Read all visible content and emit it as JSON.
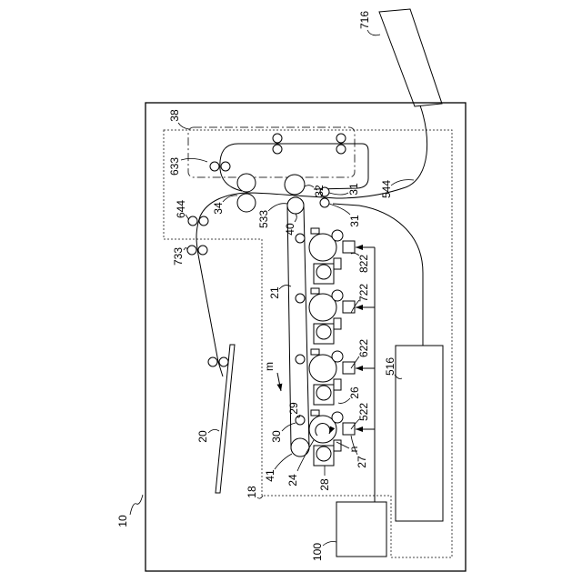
{
  "labels": {
    "r716": "716",
    "r38": "38",
    "r633": "633",
    "r644": "644",
    "r34": "34",
    "r32": "32",
    "r31a": "31",
    "r544": "544",
    "r31b": "31",
    "r533": "533",
    "r40": "40",
    "r733": "733",
    "r822": "822",
    "r21": "21",
    "r722": "722",
    "r622": "622",
    "r516": "516",
    "rm": "m",
    "r26": "26",
    "r29": "29",
    "r522": "522",
    "r20": "20",
    "r30": "30",
    "rn": "n",
    "r41": "41",
    "r24": "24",
    "r27": "27",
    "r28": "28",
    "r18": "18",
    "r10": "10",
    "r100": "100"
  },
  "colors": {
    "line": "#000000",
    "background": "#ffffff"
  }
}
